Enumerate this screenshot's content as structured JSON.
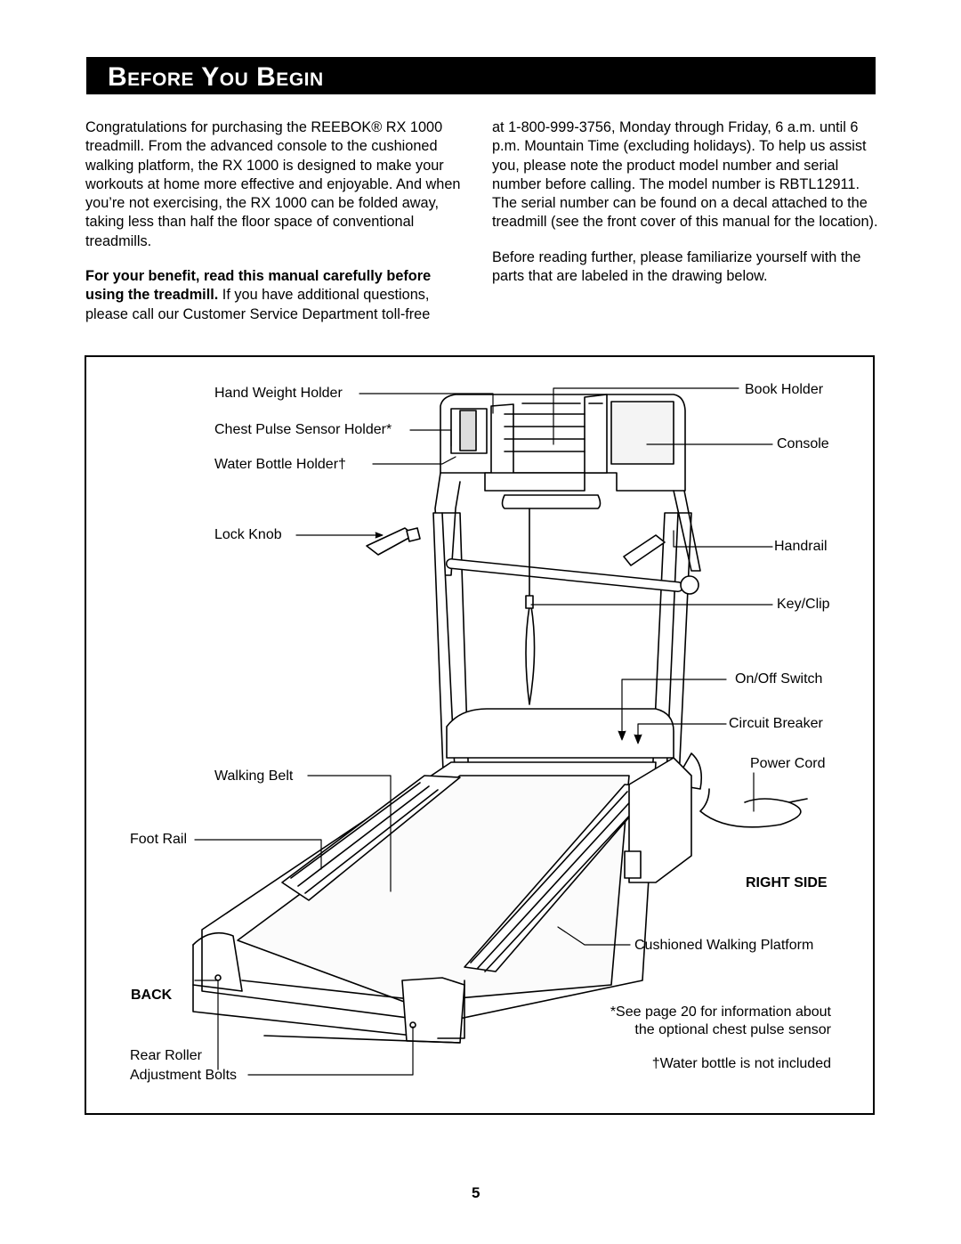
{
  "header": {
    "title": "Before You Begin"
  },
  "intro": {
    "para1": "Congratulations for purchasing the REEBOK® RX 1000 treadmill. From the advanced console to the cushioned walking platform, the RX 1000 is designed to make your workouts at home more effective and enjoyable. And when you’re not exercising, the RX 1000 can be folded away, taking less than half the floor space of conventional treadmills.",
    "para2_bold": "For your benefit, read this manual carefully before using the treadmill.",
    "para2_rest": " If you have additional questions, please call our Customer Service Department toll-free",
    "para3": "at 1-800-999-3756, Monday through Friday, 6 a.m. until 6 p.m. Mountain Time (excluding holidays). To help us assist you, please note the product model number and serial number before calling. The model number is RBTL12911. The serial number can be found on a decal attached to the treadmill (see the front cover of this manual for the location).",
    "para4": "Before reading further, please familiarize yourself with the parts that are labeled in the drawing below."
  },
  "figure": {
    "labels": {
      "hand_weight_holder": "Hand Weight Holder",
      "chest_pulse_sensor_holder": "Chest Pulse Sensor Holder*",
      "water_bottle_holder": "Water Bottle Holder†",
      "lock_knob": "Lock Knob",
      "walking_belt": "Walking Belt",
      "foot_rail": "Foot Rail",
      "back": "BACK",
      "rear_roller_adjustment_bolts_1": "Rear Roller",
      "rear_roller_adjustment_bolts_2": "Adjustment Bolts",
      "book_holder": "Book Holder",
      "console": "Console",
      "handrail": "Handrail",
      "key_clip": "Key/Clip",
      "on_off_switch": "On/Off Switch",
      "circuit_breaker": "Circuit Breaker",
      "power_cord": "Power Cord",
      "right_side": "RIGHT SIDE",
      "cushioned_walking_platform": "Cushioned Walking Platform"
    },
    "notes": {
      "chest_sensor_1": "*See page 20 for information about",
      "chest_sensor_2": "the optional chest pulse sensor",
      "water_bottle": "†Water bottle is not included"
    }
  },
  "footer": {
    "page_number": "5"
  }
}
